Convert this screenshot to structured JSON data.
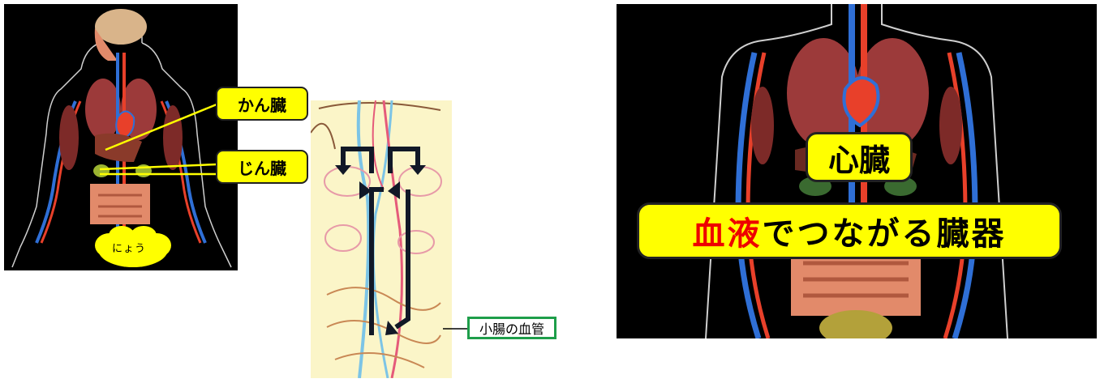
{
  "left_panel": {
    "callout_liver": "かん臓",
    "callout_kidney": "じん臓",
    "label_bladder": "にょう"
  },
  "middle_panel": {
    "label_small_intestine_vessels": "小腸の血管"
  },
  "right_panel": {
    "label_heart": "心臓",
    "label_main_highlight": "血液",
    "label_main_rest": "でつながる臓器"
  },
  "colors": {
    "artery": "#e8402a",
    "vein": "#2f6fd6",
    "callout_fill": "#ffff00",
    "highlight_text": "#ee0000",
    "label_border_green": "#1e9e4a"
  }
}
